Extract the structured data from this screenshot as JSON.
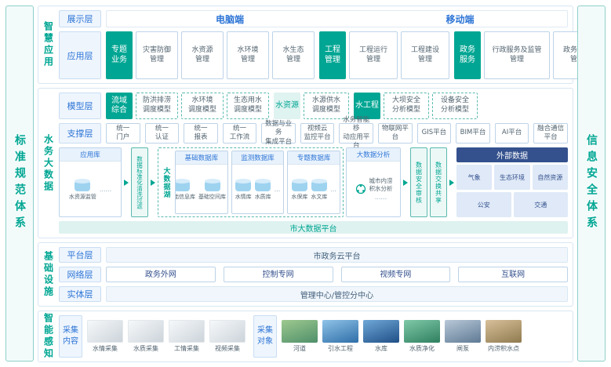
{
  "colors": {
    "teal": "#00A693",
    "blue": "#2E75D6",
    "dark_blue": "#34518E",
    "cylinder": "#9ED3F0"
  },
  "sidebars": {
    "left": "标准规范体系",
    "right": "信息安全体系"
  },
  "smart_app": {
    "band_label": "智慧应用",
    "display": {
      "label": "展示层",
      "pc": "电脑端",
      "mobile": "移动端"
    },
    "app": {
      "label": "应用层",
      "groups": [
        {
          "header": "专题\n业务",
          "items": [
            "灾害防御\n管理",
            "水资源\n管理",
            "水环境\n管理",
            "水生态\n管理"
          ]
        },
        {
          "header": "工程\n管理",
          "items": [
            "工程运行\n管理",
            "工程建设\n管理"
          ]
        },
        {
          "header": "政务\n服务",
          "items": [
            "行政服务及监管\n管理",
            "政务内控\n管理"
          ]
        }
      ]
    }
  },
  "big_data": {
    "band_label": "水务大数据",
    "model": {
      "label": "模型层",
      "groups": [
        {
          "header": "流域\n综合",
          "items": [
            "防洪排涝\n调度模型",
            "水环境\n调度模型",
            "生态用水\n调度模型"
          ]
        },
        {
          "header": "水资源",
          "items": [
            "水源供水\n调度模型"
          ]
        },
        {
          "header": "水工程",
          "items": [
            "大坝安全\n分析模型",
            "设备安全\n分析模型"
          ]
        }
      ]
    },
    "support": {
      "label": "支撑层",
      "items": [
        "统一\n门户",
        "统一\n认证",
        "统一\n报表",
        "统一\n工作流",
        "数据与业务\n集成平台",
        "视频云\n监控平台",
        "水务智能移\n动应用平台",
        "物联网平台",
        "GIS平台",
        "BIM平台",
        "AI平台",
        "融合通信\n平台"
      ]
    },
    "flow": {
      "app_db": {
        "header": "应用库",
        "cyl_label": "水资源监管",
        "more": "......"
      },
      "cleanse": "数据标准化清洗过滤",
      "lake": {
        "label": "大数据湖",
        "groups": [
          {
            "header": "基础数据库",
            "cyls": [
              "基础信息库",
              "基础空间库"
            ],
            "more": "..."
          },
          {
            "header": "监测数据库",
            "cyls": [
              "水情库",
              "水质库"
            ],
            "more": "..."
          },
          {
            "header": "专题数据库",
            "cyls": [
              "水保库",
              "水文库"
            ],
            "more": "..."
          }
        ]
      },
      "analysis": {
        "header": "大数据分析",
        "item": "城市内涝\n积水分析",
        "more": "......"
      },
      "audit": "数据安全审核",
      "exchange": "数据交换共享",
      "external": {
        "header": "外部数据",
        "row1": [
          "气象",
          "生态环境",
          "自然资源"
        ],
        "row2": [
          "公安",
          "交通"
        ]
      }
    },
    "platform_bar": "市大数据平台"
  },
  "infra": {
    "band_label": "基础设施",
    "platform": {
      "label": "平台层",
      "item": "市政务云平台"
    },
    "network": {
      "label": "网络层",
      "items": [
        "政务外网",
        "控制专网",
        "视频专网",
        "互联网"
      ]
    },
    "entity": {
      "label": "实体层",
      "item": "管理中心/管控分中心"
    }
  },
  "perception": {
    "band_label": "智能感知",
    "content": {
      "label": "采集\n内容",
      "items": [
        "水情采集",
        "水质采集",
        "工情采集",
        "视频采集"
      ]
    },
    "objects": {
      "label": "采集\n对象",
      "items": [
        "河道",
        "引水工程",
        "水库",
        "水质净化",
        "闸泵",
        "内涝积水点"
      ]
    }
  }
}
